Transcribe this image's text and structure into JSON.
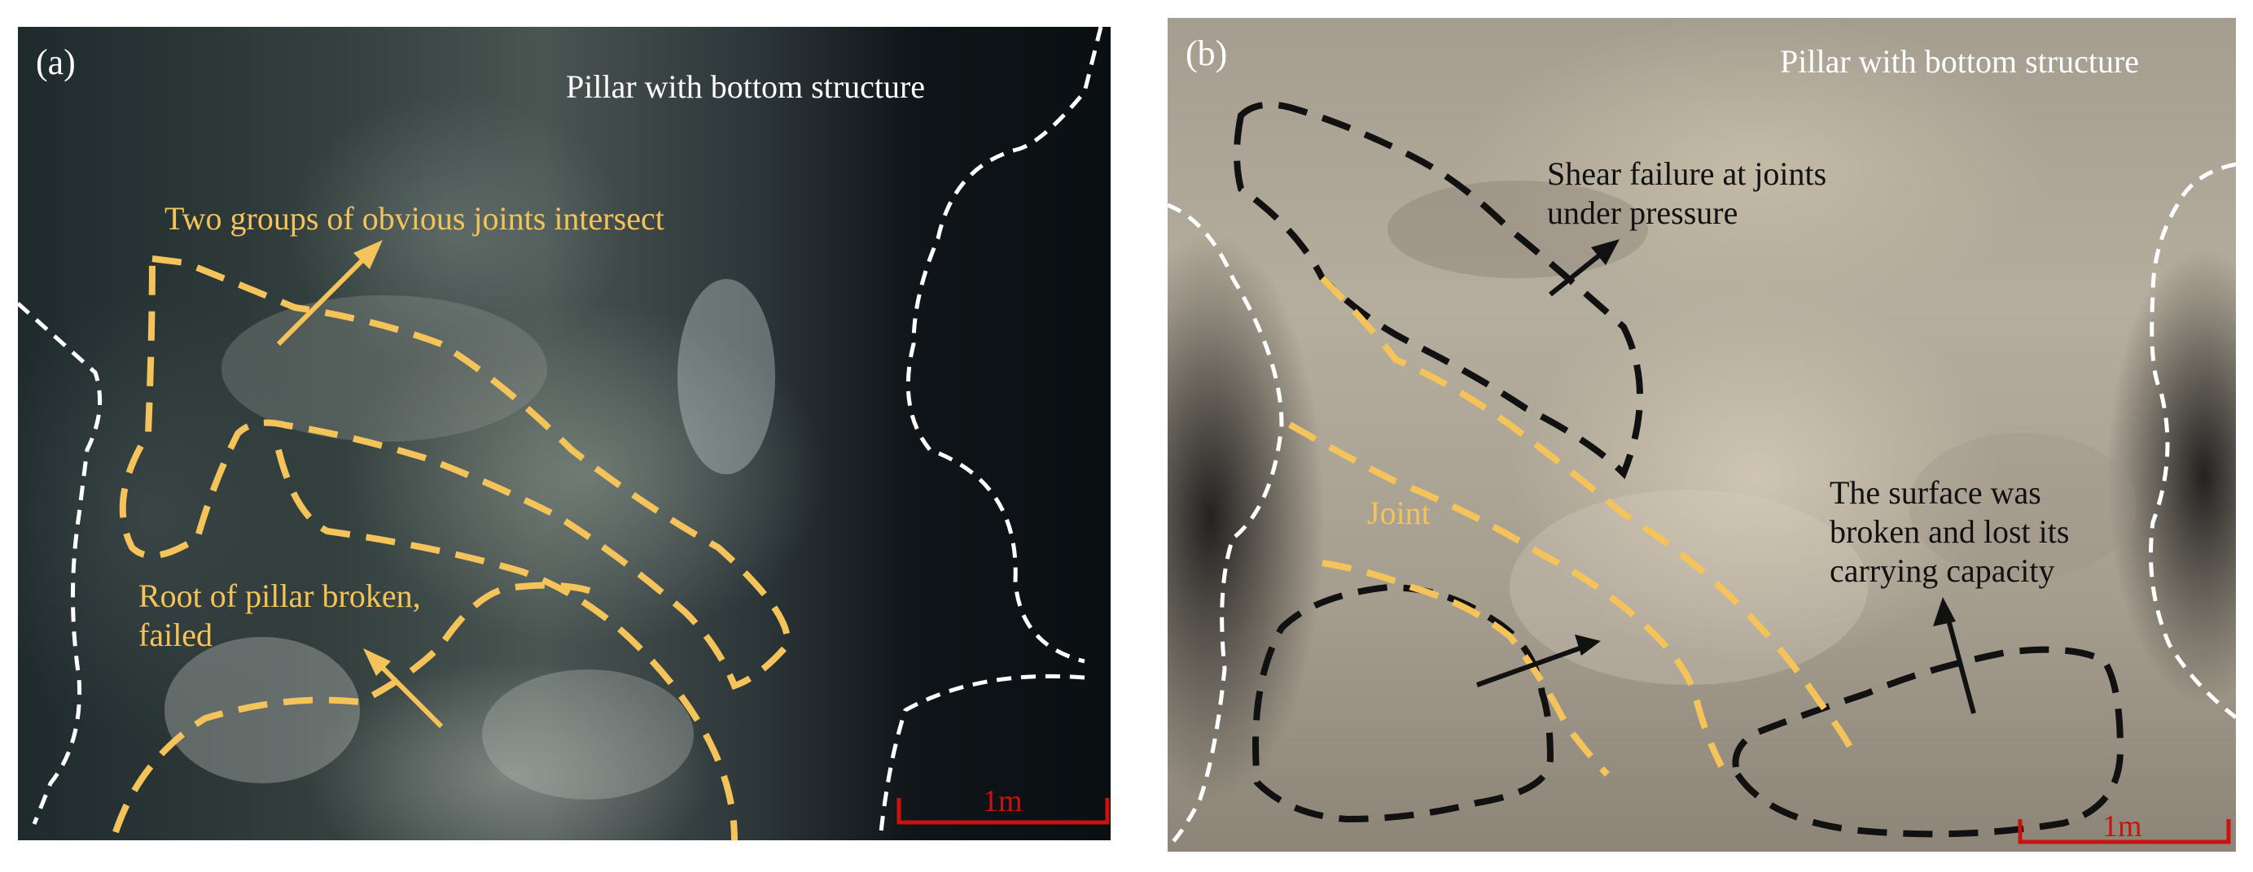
{
  "panel_a": {
    "letter": "(a)",
    "title": "Pillar with bottom structure",
    "annotation_joints": "Two groups of obvious joints intersect",
    "annotation_root": "Root of pillar broken,\nfailed",
    "scale_label": "1m"
  },
  "panel_b": {
    "letter": "(b)",
    "title": "Pillar with bottom structure",
    "annotation_shear": "Shear failure at joints\nunder pressure",
    "annotation_joint": "Joint",
    "annotation_surface": "The surface was\nbroken and lost its\ncarrying capacity",
    "scale_label": "1m"
  },
  "colors": {
    "annotation_yellow": "#f4c45a",
    "boundary_white": "#ffffff",
    "scale_red": "#cc1111",
    "outline_black": "#111111"
  }
}
